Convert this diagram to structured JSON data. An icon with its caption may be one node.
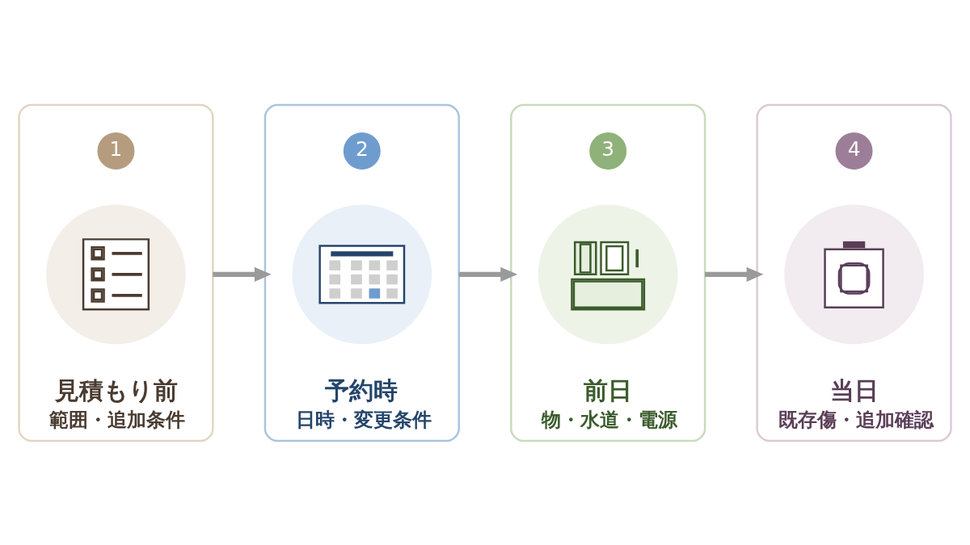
{
  "diagram": {
    "nodes": [
      {
        "text": [
          "見積もり前",
          "範囲・追加条件"
        ]
      },
      {
        "text": [
          "1"
        ],
        "in": 0
      },
      {
        "text": [],
        "shape": "picture",
        "in": 0
      },
      {
        "text": [
          "予約時",
          "日時・変更条件"
        ]
      },
      {
        "text": [
          "2"
        ],
        "in": 3
      },
      {
        "text": [],
        "shape": "picture",
        "in": 3
      },
      {
        "text": [
          "前日",
          "物・水道・電源"
        ]
      },
      {
        "text": [
          "3"
        ],
        "in": 6
      },
      {
        "text": [],
        "shape": "picture",
        "in": 6
      },
      {
        "text": [
          "当日",
          "既存傷・追加確認"
        ]
      },
      {
        "text": [
          "4"
        ],
        "in": 9
      },
      {
        "text": [],
        "shape": "picture",
        "in": 9
      }
    ],
    "edges": [
      {
        "from": 0,
        "to": 3,
        "arrow": "to"
      },
      {
        "from": 3,
        "to": 6,
        "arrow": "to"
      },
      {
        "from": 6,
        "to": 9,
        "arrow": "to"
      }
    ]
  }
}
